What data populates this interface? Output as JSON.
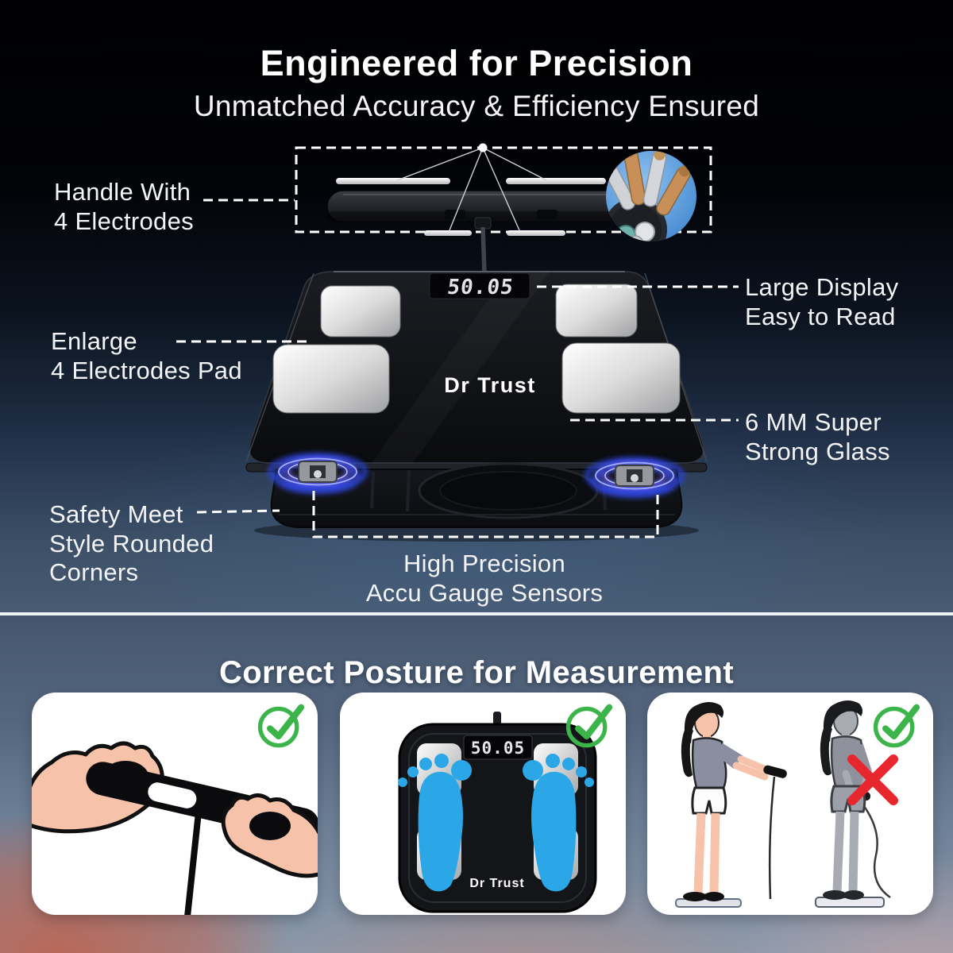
{
  "header": {
    "title": "Engineered for Precision",
    "subtitle": "Unmatched Accuracy & Efficiency Ensured"
  },
  "callouts": {
    "handle": "Handle With\n4 Electrodes",
    "large_display": "Large Display\nEasy to Read",
    "electrode_pads": "Enlarge\n4 Electrodes Pad",
    "glass": "6 MM Super\nStrong Glass",
    "rounded_corners": "Safety Meet\nStyle Rounded\nCorners",
    "sensors": "High Precision\nAccu Gauge Sensors"
  },
  "product": {
    "display_value": "50.05",
    "brand": "Dr Trust"
  },
  "posture": {
    "title": "Correct Posture for Measurement",
    "scale_panel": {
      "display_value": "50.05",
      "brand": "Dr Trust"
    }
  },
  "icons": {
    "correct": "check-icon",
    "incorrect": "x-icon",
    "detail": "cable-cross-section-inset"
  },
  "colors": {
    "check_green": "#3BB54A",
    "cross_red": "#E8262D",
    "foot_blue": "#2BA7E8",
    "inset_blue": "#4E93D6"
  }
}
